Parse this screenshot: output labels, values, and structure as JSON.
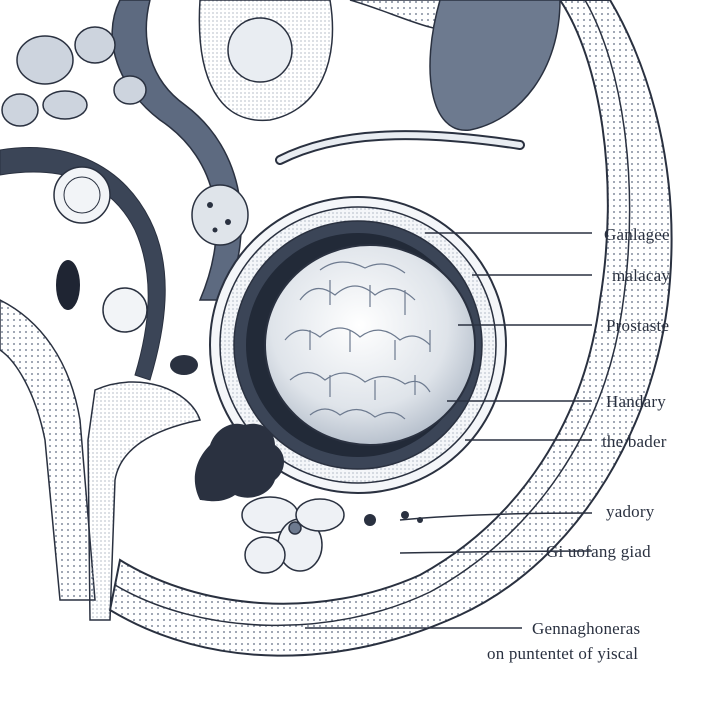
{
  "figure": {
    "background": "#ffffff",
    "ink": "#2a3140",
    "shade": "#5d6a80",
    "light_fill": "#e9edf2"
  },
  "labels": [
    {
      "id": "ganlagee",
      "text": "Ganlagee"
    },
    {
      "id": "malacay",
      "text": "malacay"
    },
    {
      "id": "prostate",
      "text": "Prostaste"
    },
    {
      "id": "handary",
      "text": "Handary"
    },
    {
      "id": "bader",
      "text": "the bader"
    },
    {
      "id": "yadory",
      "text": "yadory"
    },
    {
      "id": "giad",
      "text": "Gi uofang giad"
    },
    {
      "id": "genna-1",
      "text": "Gennaghoneras"
    },
    {
      "id": "genna-2",
      "text": "on puntentet of yiscal"
    }
  ]
}
